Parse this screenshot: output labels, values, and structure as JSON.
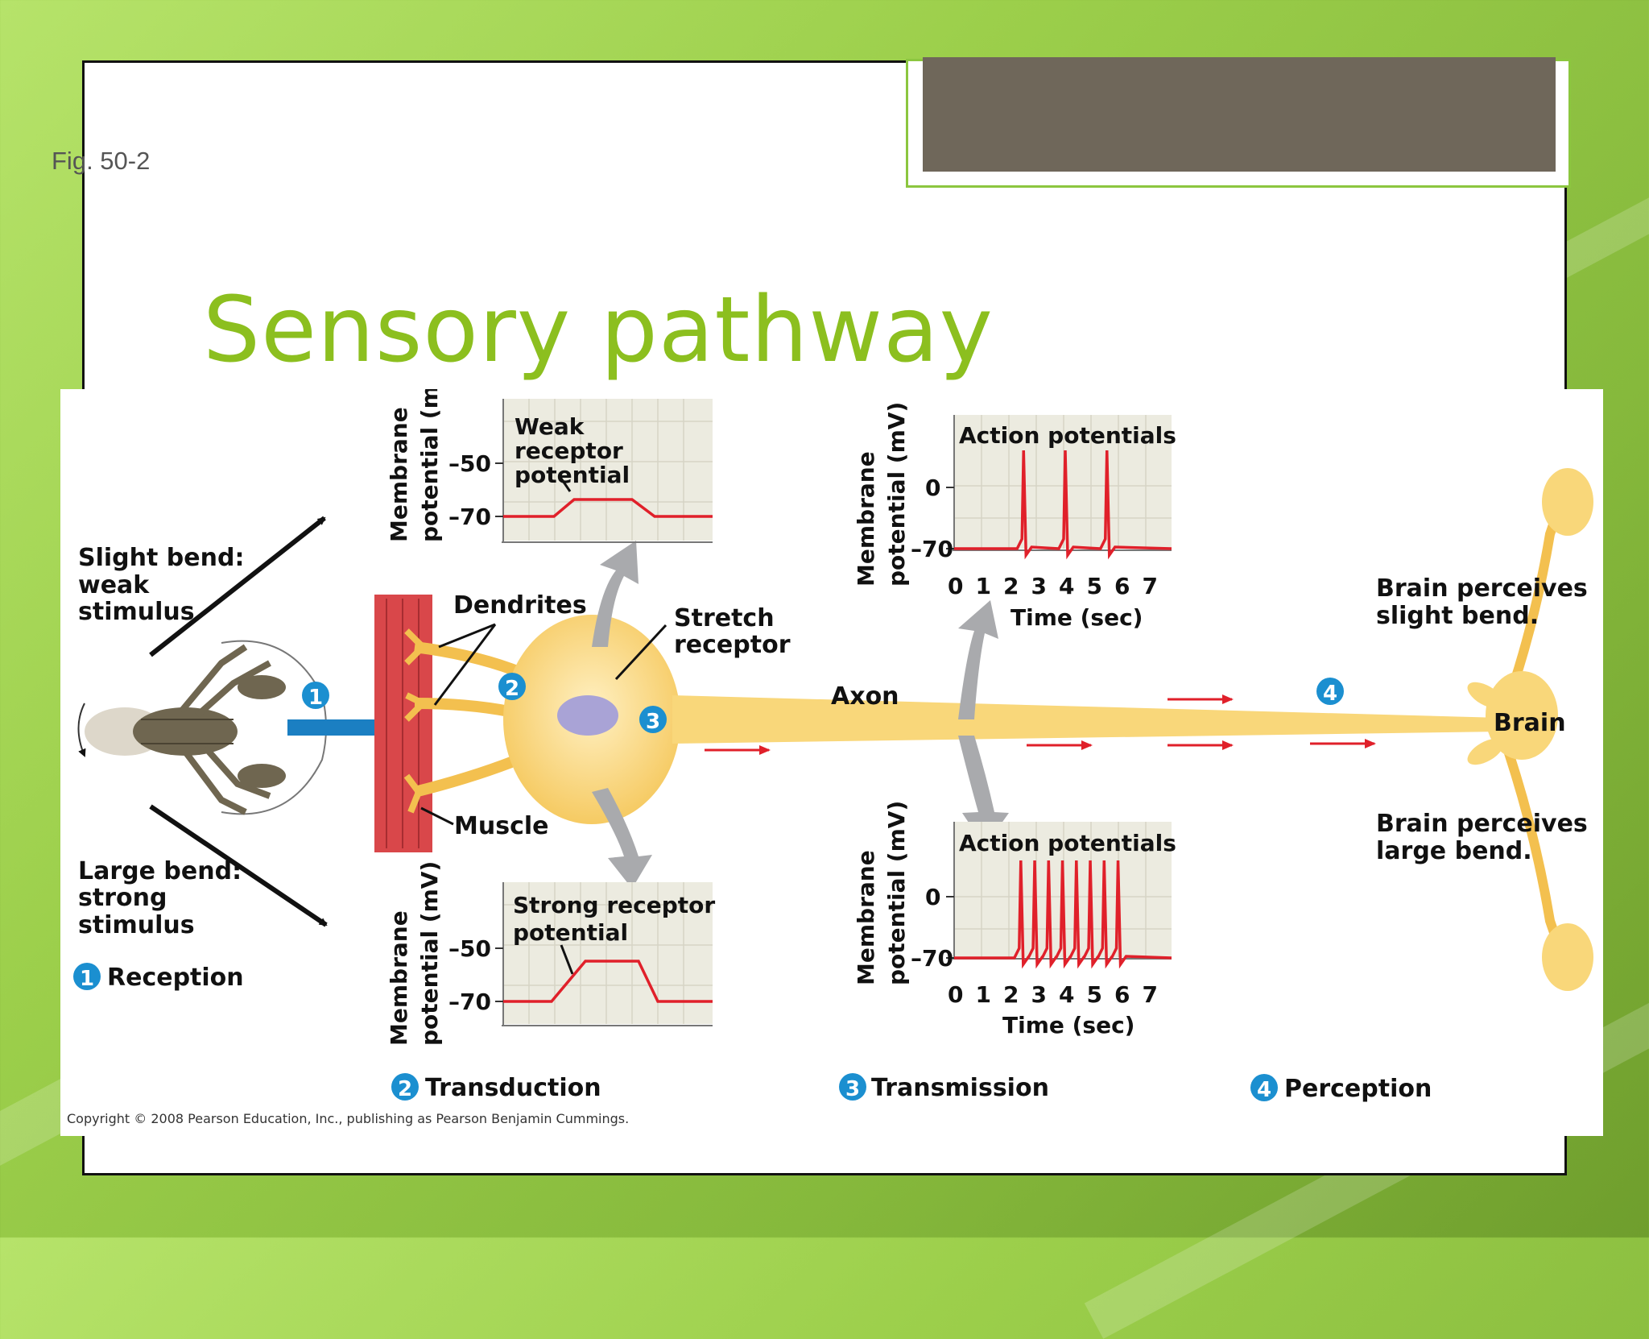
{
  "slide": {
    "fig_label": "Fig. 50-2",
    "title": "Sensory pathway",
    "copyright": "Copyright © 2008 Pearson Education, Inc., publishing as Pearson Benjamin Cummings."
  },
  "stimulus": {
    "slight": [
      "Slight bend:",
      "weak",
      "stimulus"
    ],
    "large": [
      "Large bend:",
      "strong",
      "stimulus"
    ]
  },
  "labels": {
    "dendrites": "Dendrites",
    "stretch_receptor": [
      "Stretch",
      "receptor"
    ],
    "muscle": "Muscle",
    "axon": "Axon",
    "brain": "Brain",
    "brain_slight": [
      "Brain perceives",
      "slight bend."
    ],
    "brain_large": [
      "Brain perceives",
      "large bend."
    ]
  },
  "steps": [
    {
      "num": "1",
      "label": "Reception"
    },
    {
      "num": "2",
      "label": "Transduction"
    },
    {
      "num": "3",
      "label": "Transmission"
    },
    {
      "num": "4",
      "label": "Perception"
    }
  ],
  "axis": {
    "membrane": "Membrane",
    "potential": "potential (mV)",
    "time": "Time (sec)",
    "t_ticks": [
      "0",
      "1",
      "2",
      "3",
      "4",
      "5",
      "6",
      "7"
    ]
  },
  "graphs": {
    "weak_receptor": {
      "title": [
        "Weak",
        "receptor",
        "potential"
      ],
      "yticks": [
        "–50",
        "–70"
      ]
    },
    "strong_receptor": {
      "title": [
        "Strong receptor",
        "potential"
      ],
      "yticks": [
        "–50",
        "–70"
      ]
    },
    "ap_weak": {
      "title": "Action potentials",
      "yticks": [
        "0",
        "–70"
      ],
      "spike_times": [
        2.5,
        4.0,
        5.5
      ]
    },
    "ap_strong": {
      "title": "Action potentials",
      "yticks": [
        "0",
        "–70"
      ],
      "spike_times": [
        2.4,
        2.9,
        3.4,
        3.9,
        4.4,
        4.9,
        5.4,
        5.9
      ]
    }
  },
  "colors": {
    "trace": "#e0202a",
    "step_circle": "#1b8fd0",
    "neuron": "#f9d77a",
    "muscle": "#d9474a",
    "title": "#8cbf1f"
  }
}
